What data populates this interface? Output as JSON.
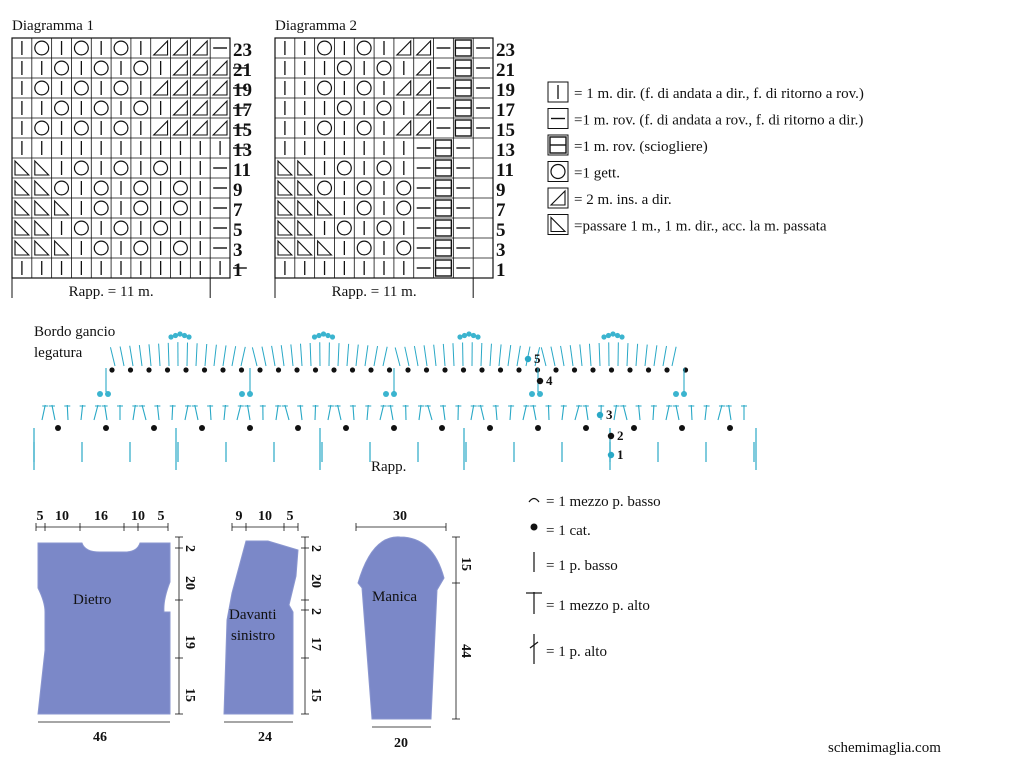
{
  "diagram1": {
    "title": "Diagramma 1",
    "repeat_label": "Rapp. = 11 m.",
    "row_numbers": [
      "23",
      "21",
      "19",
      "17",
      "15",
      "13",
      "11",
      "9",
      "7",
      "5",
      "3",
      "1"
    ],
    "rows": [
      "|O|O|O|AAA-",
      "||O|O|O|AAA-",
      "|O|O|O|AAAA-",
      "||O|O|O|AAA-",
      "|O|O|O|AAAA-",
      "|||||||||||-",
      "BB|O|O|O||-",
      "BBO|O|O|O|-",
      "BBB|O|O|O|-",
      "BB|O|O|O||-",
      "BBB|O|O|O|-",
      "|||||||||||-"
    ]
  },
  "diagram2": {
    "title": "Diagramma 2",
    "repeat_label": "Rapp. = 11 m.",
    "row_numbers": [
      "23",
      "21",
      "19",
      "17",
      "15",
      "13",
      "11",
      "9",
      "7",
      "5",
      "3",
      "1"
    ],
    "rows": [
      "||O|O|AA-E-",
      "|||O|O|A-E-",
      "||O|O|AA-E-",
      "|||O|O|A-E-",
      "||O|O|AA-E-",
      "|||||||-E-",
      "BB|O|O|-E-",
      "BBO|O|O-E-",
      "BBB|O|O-E-",
      "BB|O|O|-E-",
      "BBB|O|O-E-",
      "|||||||-E-"
    ]
  },
  "knit_legend": [
    {
      "symbol": "knit",
      "text": "= 1 m. dir. (f. di andata a dir., f. di ritorno a rov.)"
    },
    {
      "symbol": "purl",
      "text": "=1 m. rov. (f. di andata a rov., f. di ritorno a dir.)"
    },
    {
      "symbol": "purl-drop",
      "text": "=1 m. rov. (sciogliere)"
    },
    {
      "symbol": "yo",
      "text": "=1 gett."
    },
    {
      "symbol": "k2tog",
      "text": "= 2 m. ins. a dir."
    },
    {
      "symbol": "skpo",
      "text": "=passare 1 m., 1 m. dir., acc. la m. passata"
    }
  ],
  "crochet": {
    "title_line1": "Bordo gancio",
    "title_line2": "legatura",
    "repeat_label": "Rapp.",
    "row_numbers": [
      "5",
      "4",
      "3",
      "2",
      "1"
    ],
    "stitch_color": "#29a8c6",
    "picot_color": "#3bb4cf"
  },
  "crochet_legend": [
    {
      "symbol": "half-sc",
      "text": "= 1 mezzo p. basso"
    },
    {
      "symbol": "chain",
      "text": "= 1 cat."
    },
    {
      "symbol": "sc",
      "text": "= 1 p. basso"
    },
    {
      "symbol": "hdc",
      "text": "= 1 mezzo p. alto"
    },
    {
      "symbol": "dc",
      "text": "= 1 p. alto"
    }
  ],
  "schematics": {
    "fill_color": "#7b88c8",
    "back": {
      "label": "Dietro",
      "top_dims": [
        "5",
        "10",
        "16",
        "10",
        "5"
      ],
      "side_dims": [
        "2",
        "20",
        "19",
        "15"
      ],
      "bottom_dim": "46"
    },
    "front": {
      "label_line1": "Davanti",
      "label_line2": "sinistro",
      "top_dims": [
        "9",
        "10",
        "5"
      ],
      "side_dims": [
        "2",
        "20",
        "2",
        "17",
        "15"
      ],
      "bottom_dim": "24"
    },
    "sleeve": {
      "label": "Manica",
      "top_dim": "30",
      "side_dims": [
        "15",
        "44"
      ],
      "bottom_dim": "20"
    }
  },
  "footer": {
    "site": "schemimaglia.com"
  }
}
